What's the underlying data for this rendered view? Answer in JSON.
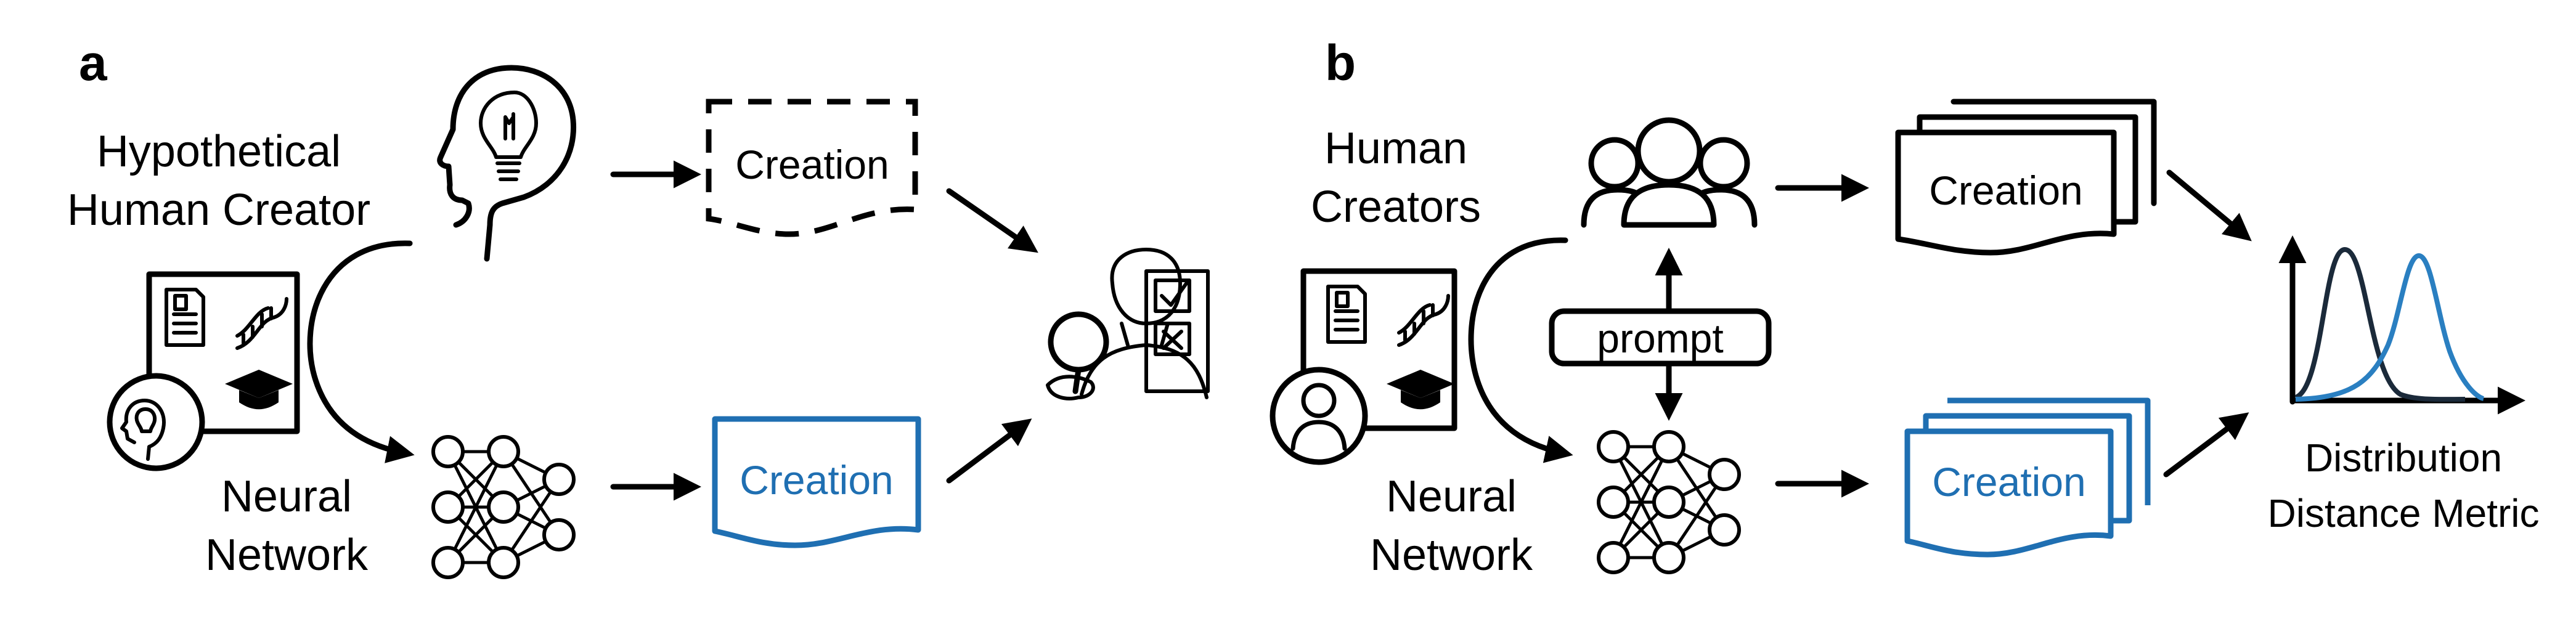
{
  "panel_a": {
    "letter": "a",
    "creator_label_line1": "Hypothetical",
    "creator_label_line2": "Human Creator",
    "hypothetical_creation": "Creation",
    "network_label_line1": "Neural",
    "network_label_line2": "Network",
    "network_creation": "Creation"
  },
  "panel_b": {
    "letter": "b",
    "creators_label_line1": "Human",
    "creators_label_line2": "Creators",
    "human_creation": "Creation",
    "prompt": "prompt",
    "network_label_line1": "Neural",
    "network_label_line2": "Network",
    "network_creation": "Creation",
    "metric_label_line1": "Distribution",
    "metric_label_line2": "Distance Metric"
  },
  "colors": {
    "ink": "#000000",
    "network_blue": "#1f6fb2",
    "distribution_dark": "#1b2a3a",
    "distribution_blue": "#2a7fc1"
  },
  "icons": [
    "head-lightbulb-icon",
    "document-icon",
    "dna-icon",
    "graduation-cap-icon",
    "person-icon",
    "people-group-icon",
    "neural-network-icon",
    "evaluator-magnifier-icon",
    "checklist-icon",
    "distribution-curves-icon"
  ]
}
